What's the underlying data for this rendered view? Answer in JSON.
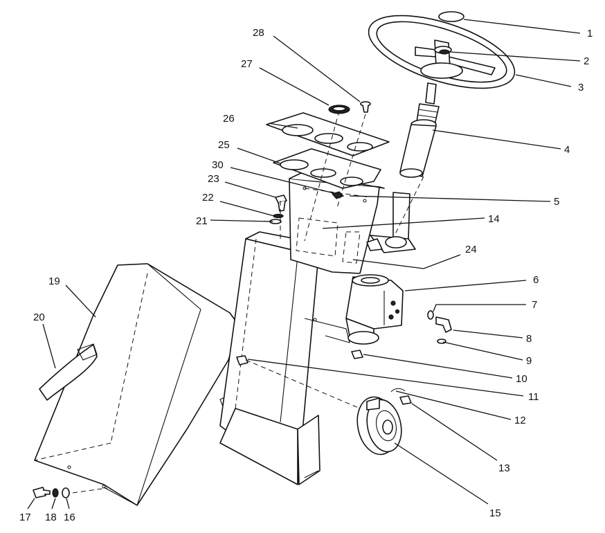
{
  "callouts": [
    {
      "id": "c1",
      "label": "1"
    },
    {
      "id": "c2",
      "label": "2"
    },
    {
      "id": "c3",
      "label": "3"
    },
    {
      "id": "c4",
      "label": "4"
    },
    {
      "id": "c5",
      "label": "5"
    },
    {
      "id": "c6",
      "label": "6"
    },
    {
      "id": "c7",
      "label": "7"
    },
    {
      "id": "c8",
      "label": "8"
    },
    {
      "id": "c9",
      "label": "9"
    },
    {
      "id": "c10",
      "label": "10"
    },
    {
      "id": "c11",
      "label": "11"
    },
    {
      "id": "c12",
      "label": "12"
    },
    {
      "id": "c13",
      "label": "13"
    },
    {
      "id": "c14",
      "label": "14"
    },
    {
      "id": "c15",
      "label": "15"
    },
    {
      "id": "c16",
      "label": "16"
    },
    {
      "id": "c17",
      "label": "17"
    },
    {
      "id": "c18",
      "label": "18"
    },
    {
      "id": "c19",
      "label": "19"
    },
    {
      "id": "c20",
      "label": "20"
    },
    {
      "id": "c21",
      "label": "21"
    },
    {
      "id": "c22",
      "label": "22"
    },
    {
      "id": "c23",
      "label": "23"
    },
    {
      "id": "c24",
      "label": "24"
    },
    {
      "id": "c25",
      "label": "25"
    },
    {
      "id": "c26",
      "label": "26"
    },
    {
      "id": "c27",
      "label": "27"
    },
    {
      "id": "c28",
      "label": "28"
    },
    {
      "id": "c30",
      "label": "30"
    }
  ]
}
